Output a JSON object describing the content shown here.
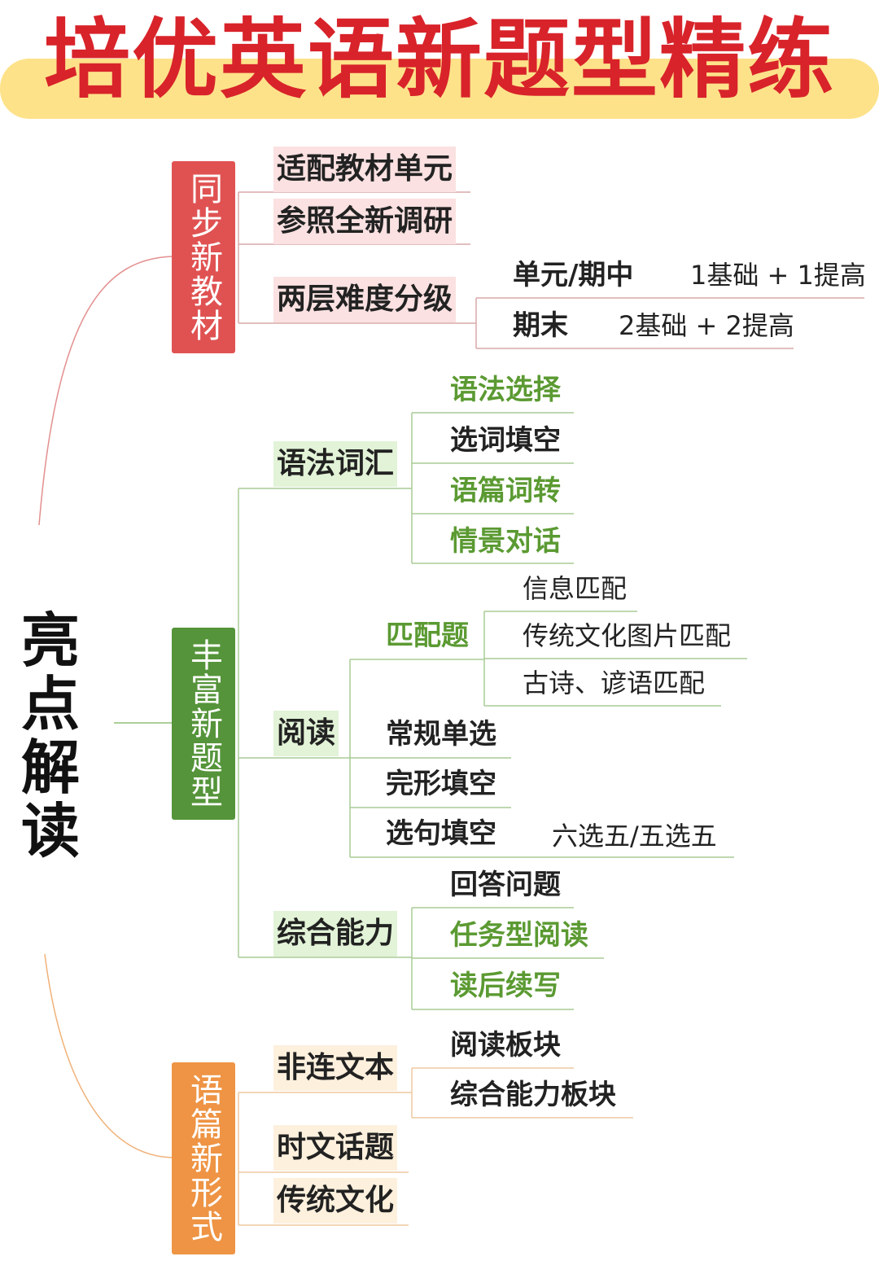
{
  "title": "培优英语新题型精练",
  "root": "亮点解读",
  "colors": {
    "title_red": "#d8232a",
    "title_band": "#fde28a",
    "branch_red": "#e05252",
    "branch_green": "#55943a",
    "branch_orange": "#ee9444",
    "green_text": "#5b9a32"
  },
  "branches": [
    {
      "label": "同步新教材",
      "items": [
        {
          "label": "适配教材单元"
        },
        {
          "label": "参照全新调研"
        },
        {
          "label": "两层难度分级",
          "children": [
            {
              "label": "单元/期中",
              "note": "1基础 + 1提高"
            },
            {
              "label": "期末",
              "note": "2基础 + 2提高"
            }
          ]
        }
      ]
    },
    {
      "label": "丰富新题型",
      "items": [
        {
          "label": "语法词汇",
          "children": [
            "语法选择",
            "选词填空",
            "语篇词转",
            "情景对话"
          ]
        },
        {
          "label": "阅读",
          "children": [
            {
              "label": "匹配题",
              "children": [
                "信息匹配",
                "传统文化图片匹配",
                "古诗、谚语匹配"
              ]
            },
            {
              "label": "常规单选"
            },
            {
              "label": "完形填空"
            },
            {
              "label": "选句填空",
              "note": "六选五/五选五"
            }
          ]
        },
        {
          "label": "综合能力",
          "children": [
            "回答问题",
            "任务型阅读",
            "读后续写"
          ]
        }
      ]
    },
    {
      "label": "语篇新形式",
      "items": [
        {
          "label": "非连文本",
          "children": [
            "阅读板块",
            "综合能力板块"
          ]
        },
        {
          "label": "时文话题"
        },
        {
          "label": "传统文化"
        }
      ]
    }
  ]
}
